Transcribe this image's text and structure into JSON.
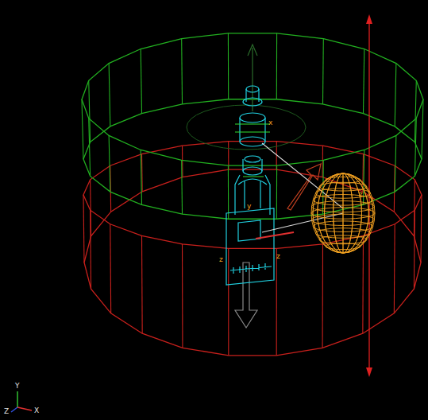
{
  "diagram": {
    "labels": [
      "Y",
      "Z",
      "X",
      "z",
      "y",
      "z",
      "z",
      "x"
    ]
  }
}
